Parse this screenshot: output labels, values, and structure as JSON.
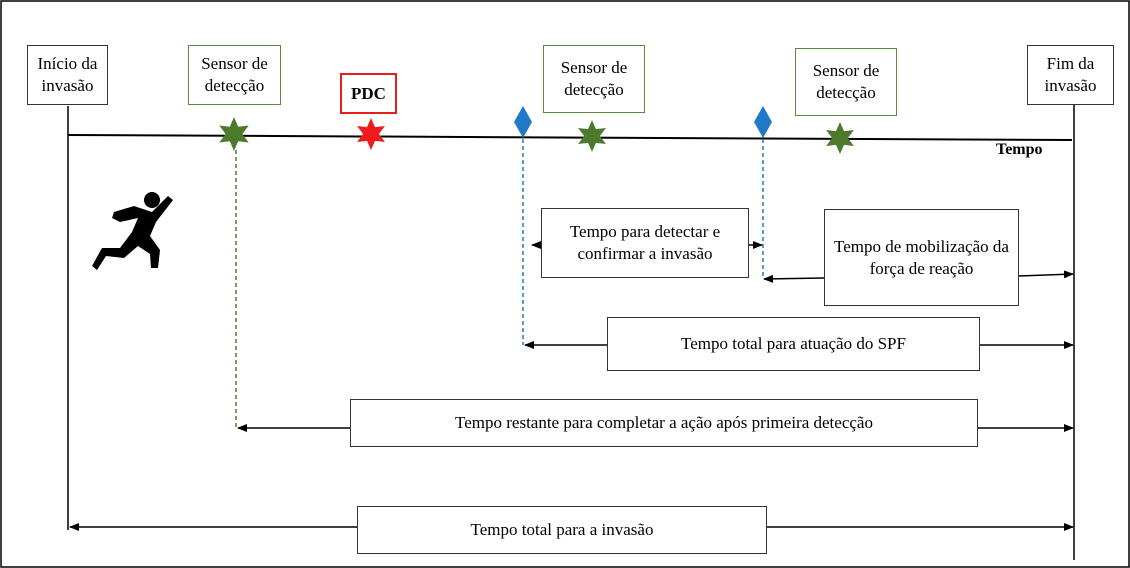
{
  "timeline": {
    "axis_label": "Tempo"
  },
  "events": {
    "start": "Início da invasão",
    "sensor_1": "Sensor de detecção",
    "pdc": "PDC",
    "sensor_2": "Sensor de detecção",
    "sensor_3": "Sensor de detecção",
    "end": "Fim da invasão"
  },
  "intervals": {
    "detect_confirm": "Tempo para detectar e confirmar a invasão",
    "mobilization": "Tempo de mobilização da força de reação",
    "total_spf": "Tempo total para atuação do SPF",
    "remaining": "Tempo restante para completar a ação após primeira detecção",
    "total_invasion": "Tempo total para a invasão"
  },
  "colors": {
    "sensor": "#4e7a2e",
    "pdc": "#ee1c1c",
    "marker": "#1f78c8",
    "line": "#000000"
  },
  "icons": {
    "runner": "running-person-icon",
    "sensor": "star-icon",
    "pdc": "star-icon",
    "marker": "diamond-icon"
  }
}
